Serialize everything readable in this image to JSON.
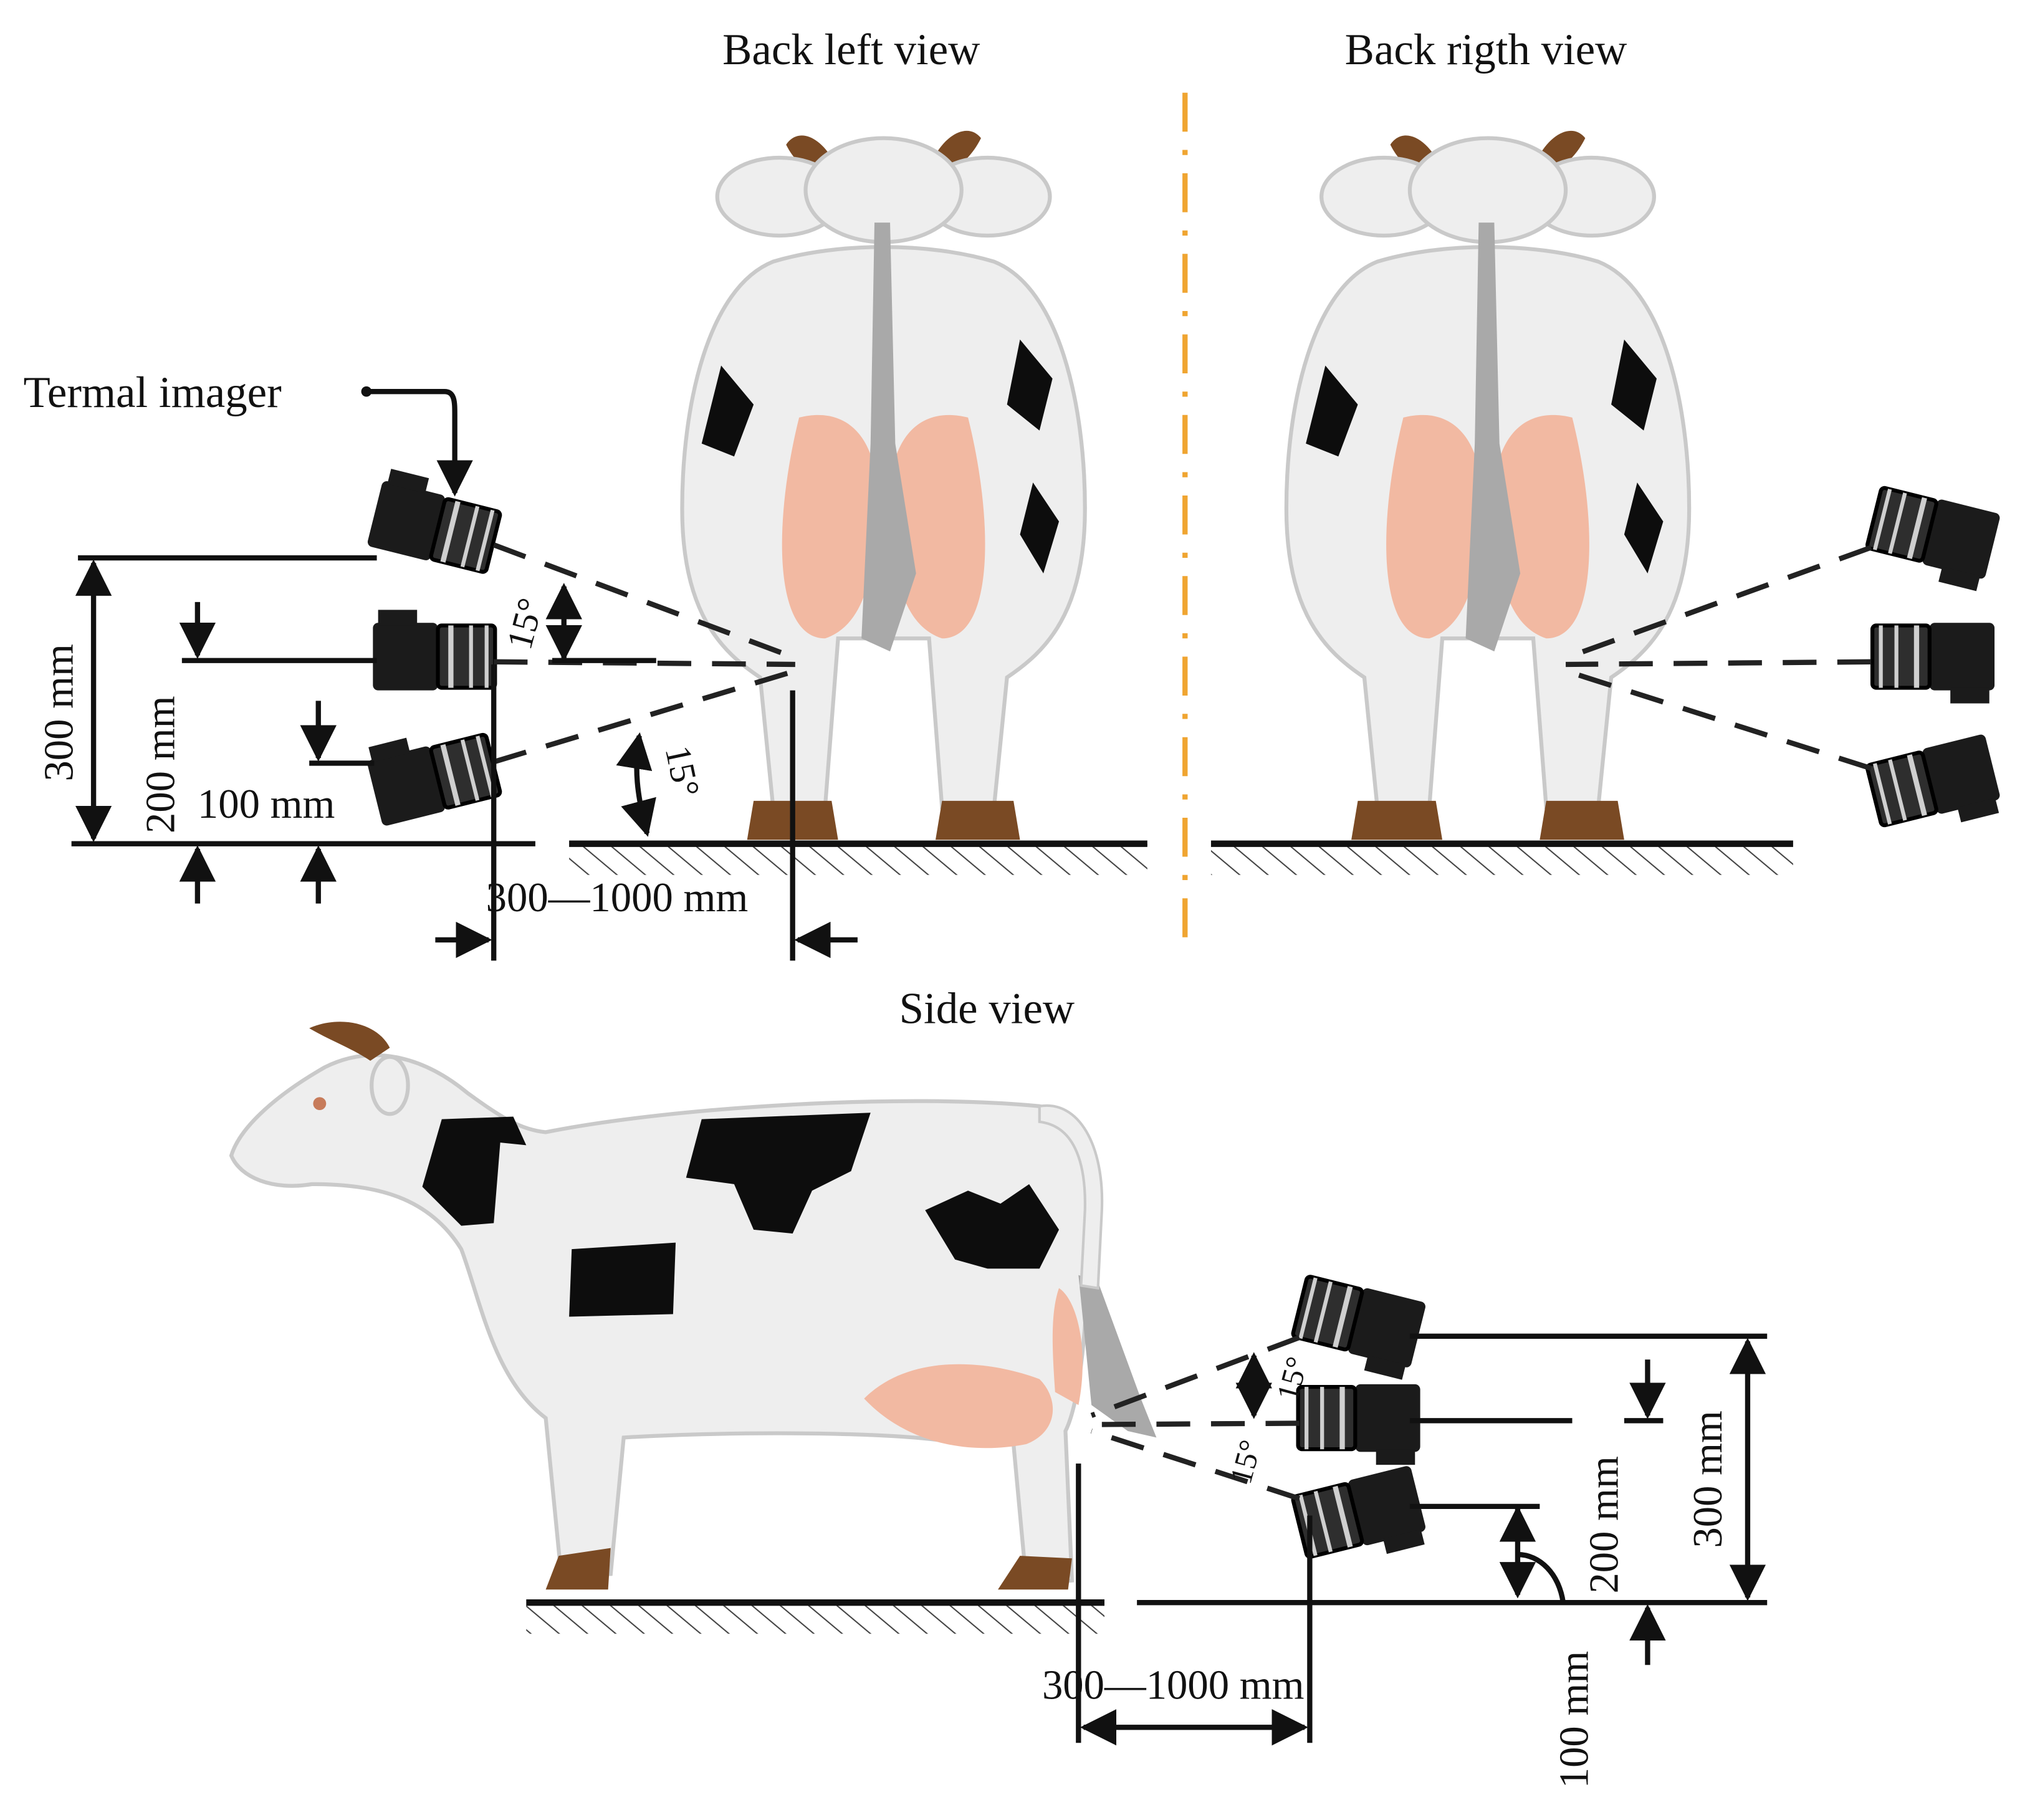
{
  "views": {
    "back_left": "Back left view",
    "back_right": "Back rigth view",
    "side": "Side view"
  },
  "callouts": {
    "thermal_imager": "Termal imager"
  },
  "dimensions": {
    "h300": "300 mm",
    "h200": "200 mm",
    "h100": "100 mm",
    "distance": "300—1000 mm",
    "angle": "15°"
  },
  "colors": {
    "divider": "#f0a531",
    "udder": "#f2b9a2",
    "hoof_horn": "#7a4a24",
    "spot": "#0d0d0d",
    "body": "#eeeeee"
  },
  "icons": [
    "cow-back-icon",
    "cow-side-icon",
    "thermal-camera-icon",
    "arrow-icon"
  ]
}
